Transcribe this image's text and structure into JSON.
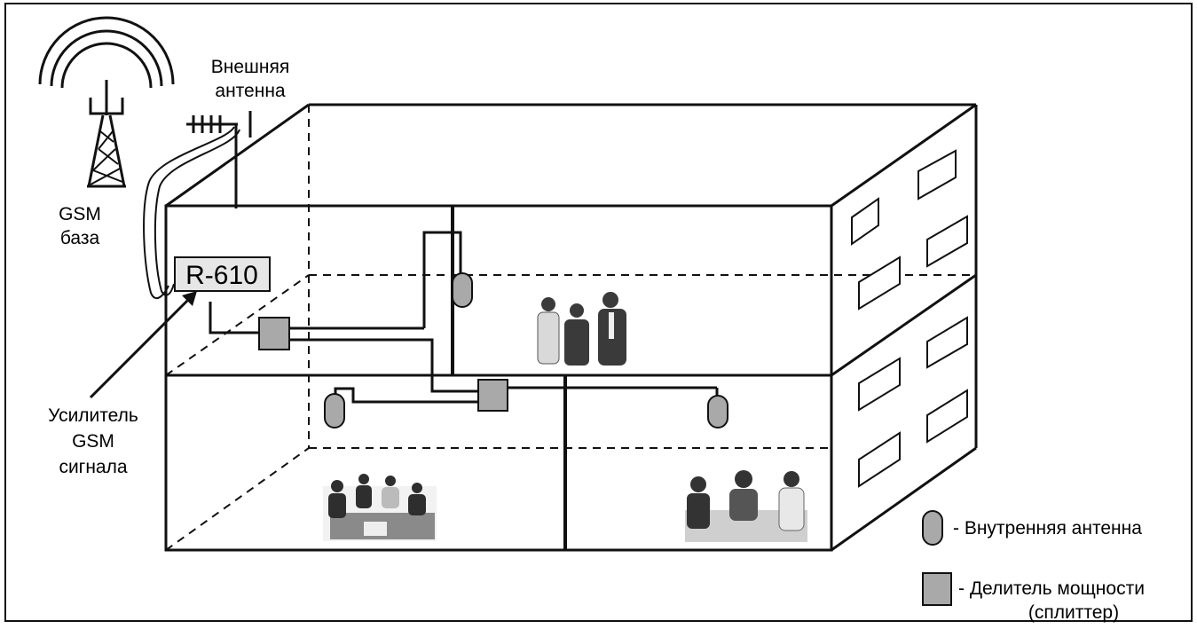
{
  "labels": {
    "gsm_base_line1": "GSM",
    "gsm_base_line2": "база",
    "ext_antenna_line1": "Внешняя",
    "ext_antenna_line2": "антенна",
    "repeater_model": "R-610",
    "amplifier_line1": "Усилитель",
    "amplifier_line2": "GSM",
    "amplifier_line3": "сигнала"
  },
  "legend": {
    "internal_antenna": "- Внутренняя антенна",
    "splitter_line1": "- Делитель мощности",
    "splitter_line2": "(сплиттер)"
  },
  "colors": {
    "line": "#1a1a1a",
    "device_fill": "#a9a9a9",
    "repeater_fill": "#e6e6e6",
    "background": "#ffffff"
  },
  "icons": {
    "tower": "gsm-tower-icon",
    "external_antenna": "yagi-antenna-icon",
    "internal_antenna": "internal-antenna-icon",
    "splitter": "splitter-icon",
    "people": "people-photo-icon"
  }
}
